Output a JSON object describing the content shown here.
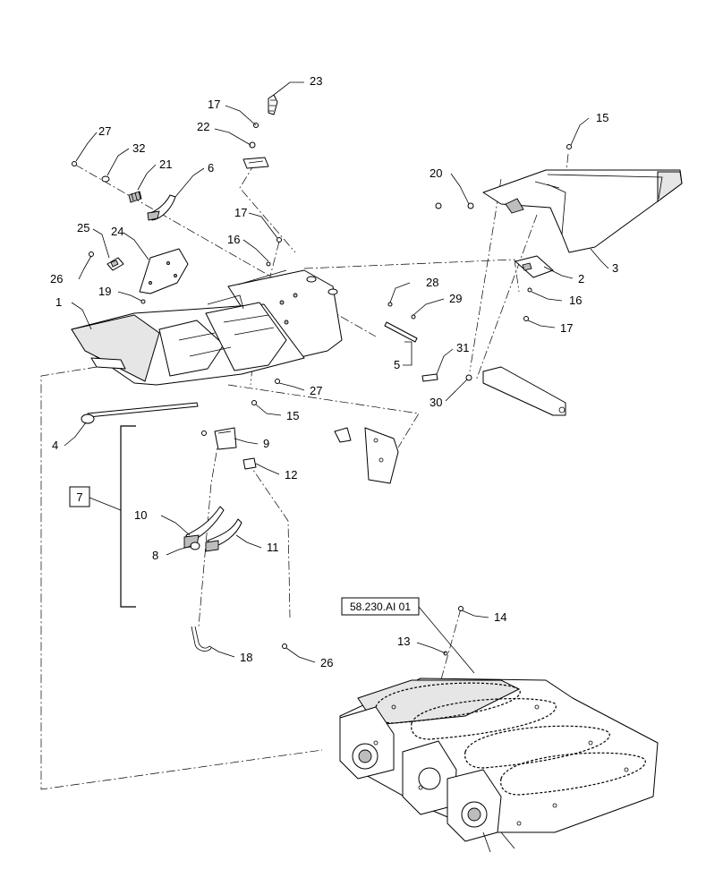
{
  "diagram": {
    "reference_label": "58.230.AI 01",
    "assembly_callout": "7",
    "callouts": [
      "1",
      "2",
      "3",
      "4",
      "5",
      "6",
      "8",
      "9",
      "10",
      "11",
      "12",
      "13",
      "14",
      "15",
      "15",
      "16",
      "16",
      "17",
      "17",
      "17",
      "18",
      "19",
      "20",
      "21",
      "22",
      "23",
      "24",
      "25",
      "26",
      "26",
      "27",
      "27",
      "28",
      "29",
      "30",
      "31",
      "32"
    ]
  }
}
